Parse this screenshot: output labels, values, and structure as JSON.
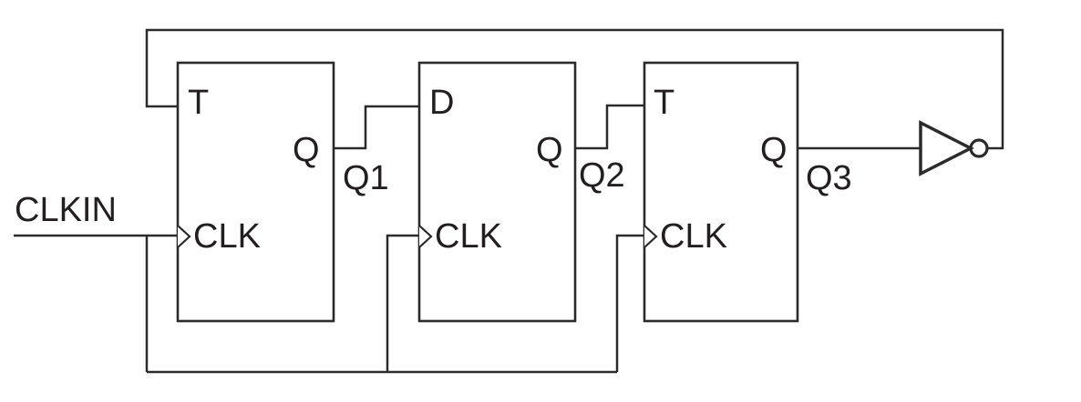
{
  "diagram": {
    "title": "three-stage flip-flop counter circuit with feedback inverter",
    "colors": {
      "background": "#ffffff",
      "line": "#2b2b2b",
      "text": "#231f20"
    },
    "labels": {
      "clock_input": "CLKIN",
      "node_q1": "Q1",
      "node_q2": "Q2",
      "node_q3": "Q3"
    },
    "flip_flops": [
      {
        "input": "T",
        "output": "Q",
        "clock": "CLK"
      },
      {
        "input": "D",
        "output": "Q",
        "clock": "CLK"
      },
      {
        "input": "T",
        "output": "Q",
        "clock": "CLK"
      }
    ],
    "icons": {
      "inverter": "not-gate-icon",
      "clock_edge": "clock-edge-triangle-icon"
    }
  }
}
